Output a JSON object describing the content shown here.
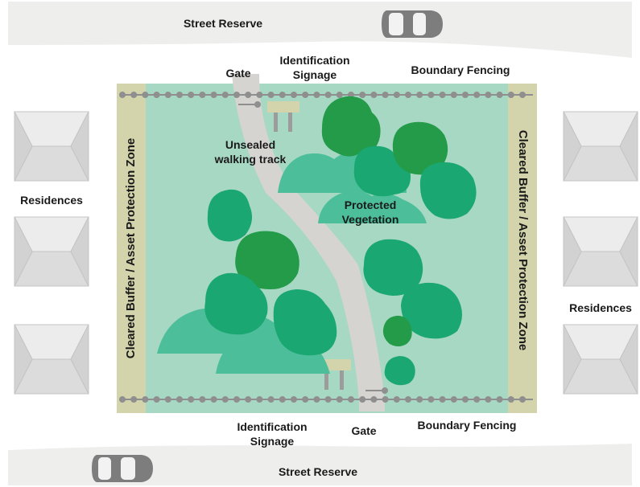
{
  "labels": {
    "street_reserve_top": "Street Reserve",
    "street_reserve_bottom": "Street Reserve",
    "gate_top": "Gate",
    "gate_bottom": "Gate",
    "identification_signage_top": "Identification Signage",
    "identification_signage_bottom": "Identification Signage",
    "boundary_fencing_top": "Boundary Fencing",
    "boundary_fencing_bottom": "Boundary Fencing",
    "buffer_left": "Cleared Buffer / Asset Protection Zone",
    "buffer_right": "Cleared Buffer / Asset Protection Zone",
    "residences_left": "Residences",
    "residences_right": "Residences",
    "walking_track": "Unsealed walking track",
    "protected_vegetation": "Protected Vegetation"
  },
  "colors": {
    "street": "#eeeeed",
    "buffer": "#d3d4ab",
    "reserve": "#a7d8c4",
    "track": "#d6d4d0",
    "tree_dark": "#239b48",
    "tree_mid": "#1aa772",
    "tree_light": "#4cbf9a",
    "fence": "#8f8f8f",
    "roof_light": "#eaeaea",
    "roof_dark": "#cfcfcf"
  }
}
